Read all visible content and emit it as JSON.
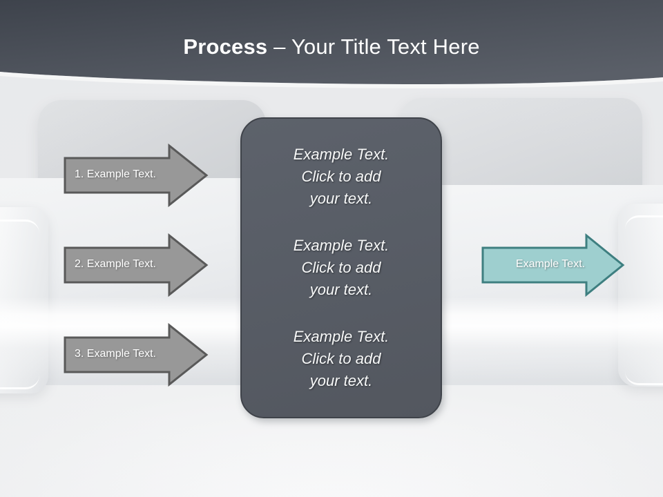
{
  "slide": {
    "title_strong": "Process",
    "title_rest": " – Your Title Text Here",
    "accent_dark": "#585d66",
    "accent_teal": "#9ecfcf",
    "accent_teal_border": "#3e7f80",
    "accent_gray": "#989898",
    "accent_gray_border": "#595959",
    "background_color": "#f2f3f3"
  },
  "left_steps": [
    {
      "label": "1. Example Text."
    },
    {
      "label": "2. Example Text."
    },
    {
      "label": "3. Example Text."
    }
  ],
  "center_panel": {
    "blocks": [
      {
        "line1": "Example Text.",
        "line2": "Click  to add",
        "line3": "your text."
      },
      {
        "line1": "Example Text.",
        "line2": "Click  to add",
        "line3": "your text."
      },
      {
        "line1": "Example Text.",
        "line2": "Click  to add",
        "line3": "your text."
      }
    ]
  },
  "result_arrow": {
    "label": "Example Text."
  }
}
